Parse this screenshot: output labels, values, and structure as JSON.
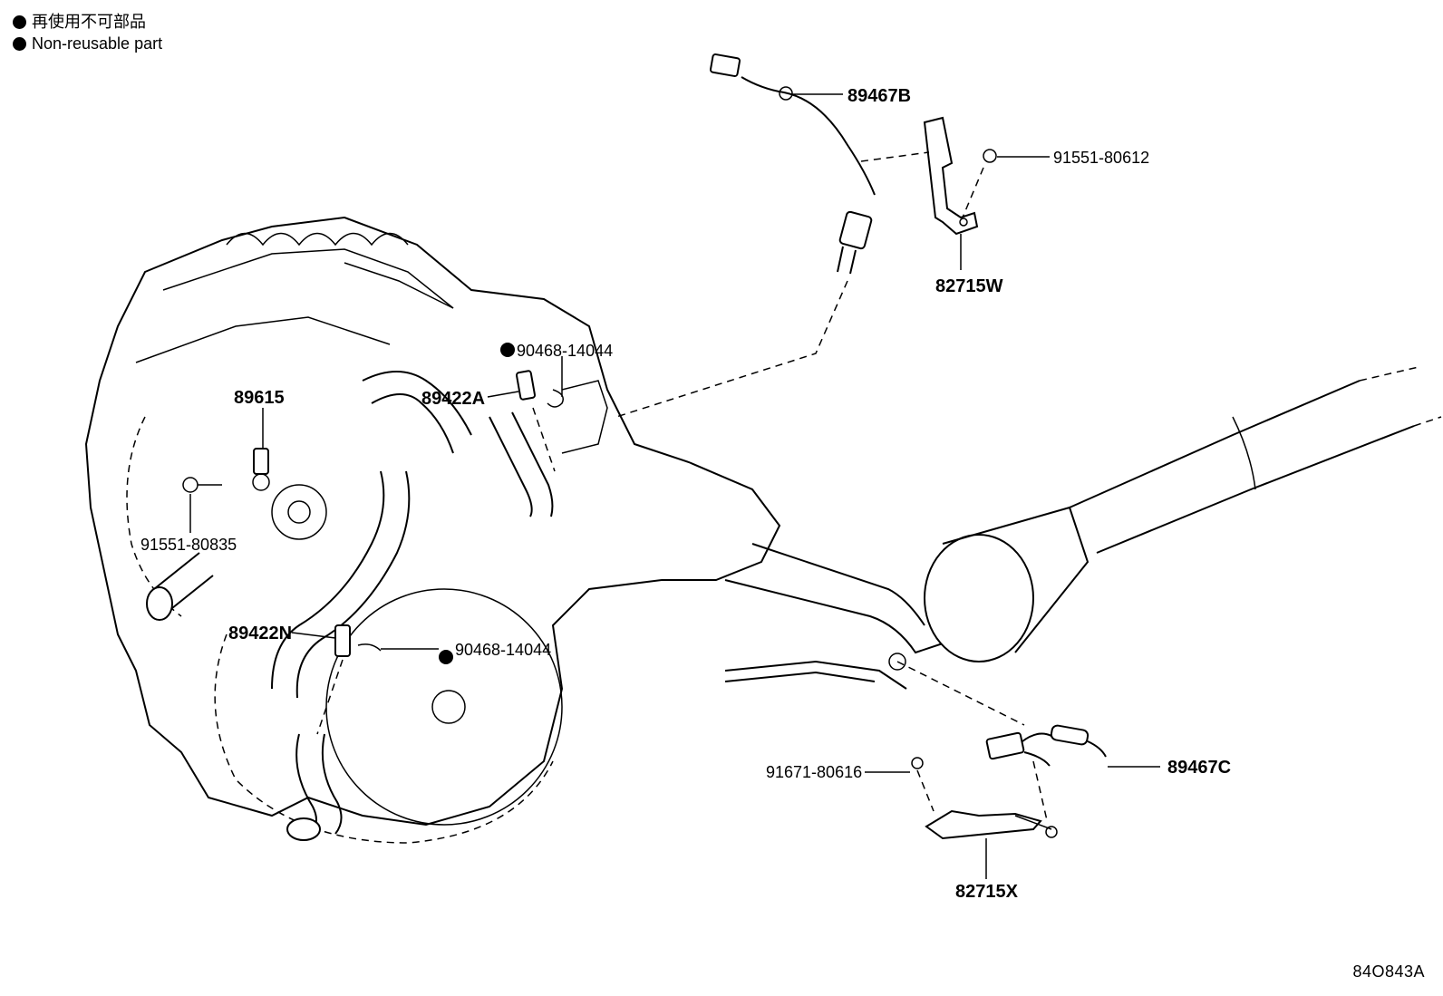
{
  "legend": {
    "items": [
      {
        "icon": "black-dot",
        "text": "再使用不可部品"
      },
      {
        "icon": "black-dot",
        "text": "Non-reusable part"
      }
    ]
  },
  "reference_code": "84O843A",
  "callouts": {
    "c89467B": "89467B",
    "c91551_80612": "91551-80612",
    "c82715W": "82715W",
    "c90468_14044_top": "90468-14044",
    "c89422A": "89422A",
    "c89615": "89615",
    "c91551_80835": "91551-80835",
    "c89422N": "89422N",
    "c90468_14044_bottom": "90468-14044",
    "c91671_80616": "91671-80616",
    "c89467C": "89467C",
    "c82715X": "82715X"
  }
}
